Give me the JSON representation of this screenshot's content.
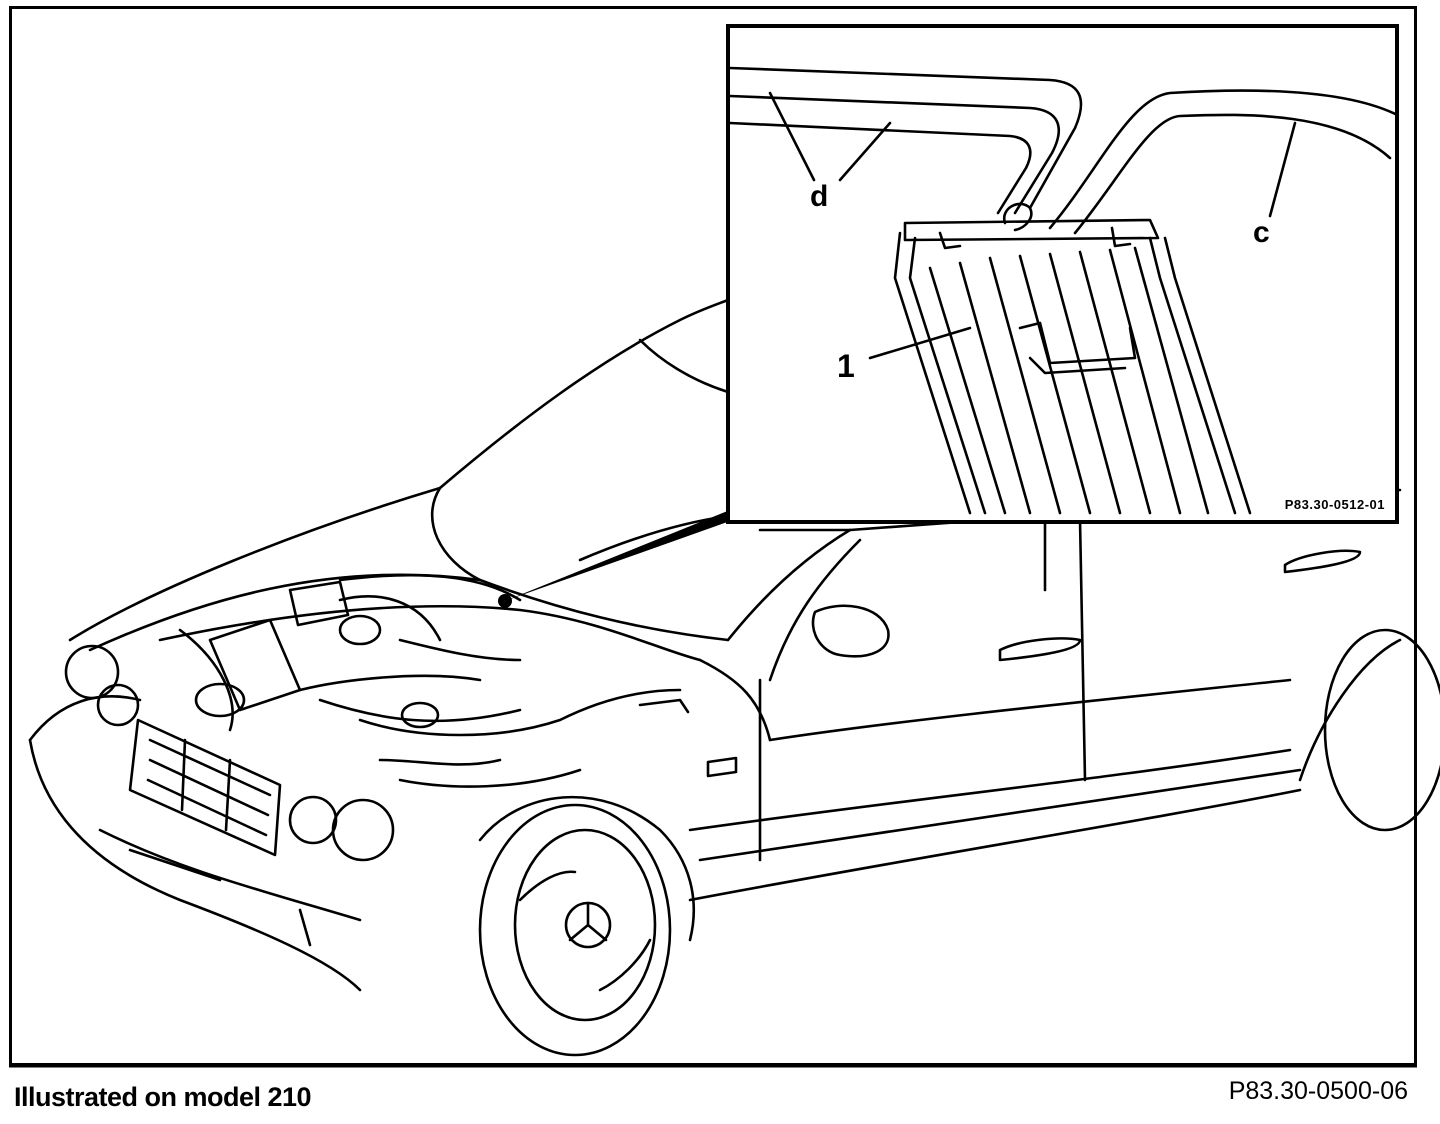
{
  "diagram": {
    "callouts": {
      "d": "d",
      "c": "c",
      "one": "1"
    },
    "inset_reference": "P83.30-0512-01",
    "caption": "Illustrated on model 210",
    "figure_reference": "P83.30-0500-06"
  },
  "colors": {
    "ink": "#000000",
    "paper": "#ffffff"
  }
}
